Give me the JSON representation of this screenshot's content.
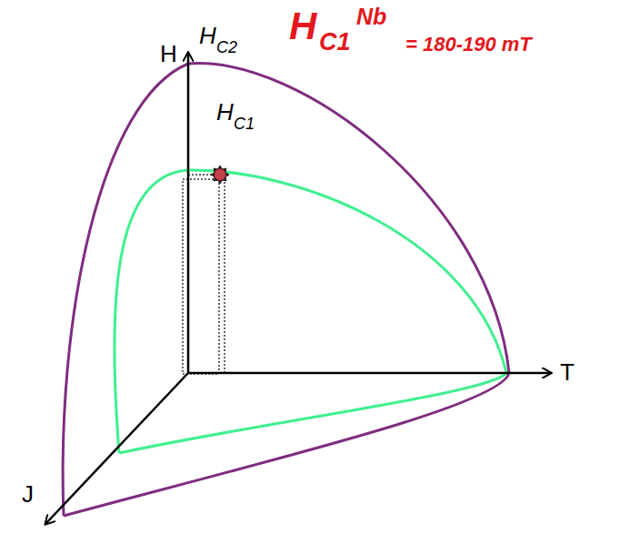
{
  "diagram": {
    "labels": [
      "H",
      "C1",
      "Nb",
      "= 180-190 mT",
      "H",
      "C2",
      "H",
      "C1",
      "H",
      "T",
      "J"
    ]
  }
}
